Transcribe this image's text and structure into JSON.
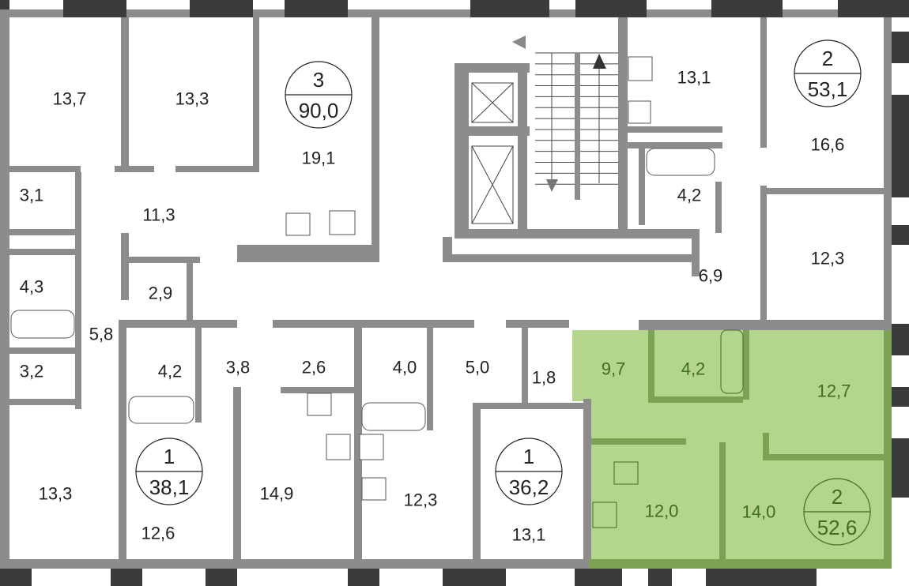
{
  "colors": {
    "highlight": "#b3d68c",
    "highlight_wall": "#7ba353",
    "wall": "#8c8c8c",
    "window": "#3b3b3b"
  },
  "apartments": [
    {
      "rooms": "3",
      "area": "90,0"
    },
    {
      "rooms": "2",
      "area": "53,1"
    },
    {
      "rooms": "1",
      "area": "38,1"
    },
    {
      "rooms": "1",
      "area": "36,2"
    },
    {
      "rooms": "2",
      "area": "52,6",
      "highlighted": true
    }
  ],
  "rooms": [
    "13,7",
    "13,3",
    "19,1",
    "3,1",
    "11,3",
    "4,3",
    "2,9",
    "5,8",
    "3,2",
    "4,2",
    "3,8",
    "2,6",
    "4,0",
    "5,0",
    "1,8",
    "13,3",
    "12,6",
    "14,9",
    "12,3",
    "13,1",
    "13,1",
    "16,6",
    "4,2",
    "6,9",
    "12,3",
    "9,7",
    "4,2",
    "12,7",
    "12,0",
    "14,0"
  ]
}
